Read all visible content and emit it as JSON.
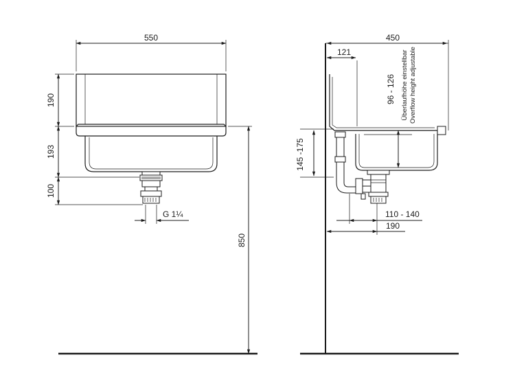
{
  "front_view": {
    "dims": {
      "width": "550",
      "basin_height": "190",
      "bowl_depth": "193",
      "trap_length": "100",
      "install_height": "850",
      "thread": "G 1¼"
    }
  },
  "side_view": {
    "dims": {
      "depth": "450",
      "back_offset": "121",
      "overflow_range": "96 - 126",
      "trap_range": "145 -175",
      "drain_range": "110 - 140",
      "drain_offset": "190"
    },
    "note_de": "Überlaufhöhe einstellbar",
    "note_en": "Overflow height adjustable"
  }
}
